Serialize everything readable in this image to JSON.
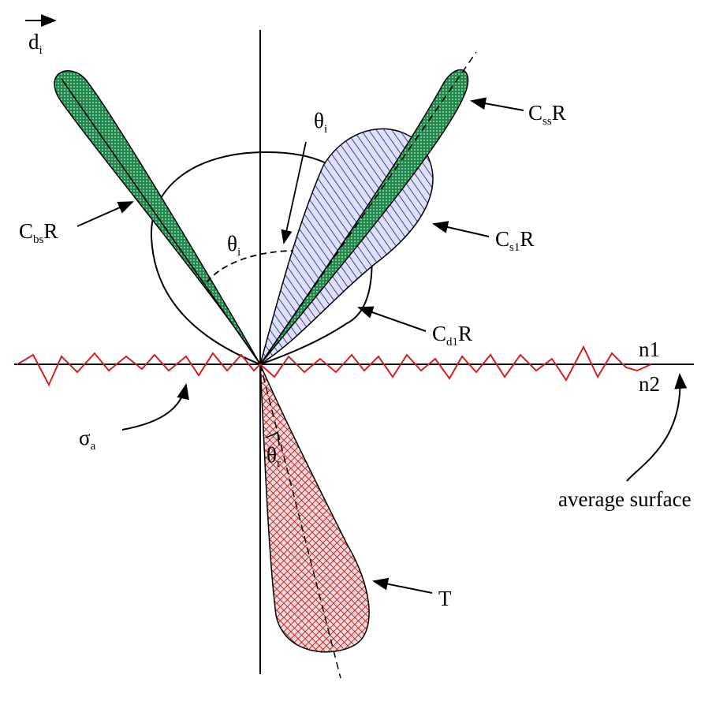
{
  "labels": {
    "d": "d",
    "d_sub": "i",
    "theta_i_top": "θ",
    "theta_i_top_sub": "i",
    "theta_i_left": "θ",
    "theta_i_left_sub": "i",
    "theta_r": "θ",
    "theta_r_sub": "r",
    "css_C": "C",
    "css_sub": "ss",
    "css_R": "R",
    "cs1_C": "C",
    "cs1_sub": "s1",
    "cs1_R": "R",
    "cbs_C": "C",
    "cbs_sub": "bs",
    "cbs_R": "R",
    "cd1_C": "C",
    "cd1_sub": "d1",
    "cd1_R": "R",
    "n1": "n1",
    "n2": "n2",
    "sigma": "σ",
    "sigma_sub": "a",
    "average_surface": "average surface",
    "T": "T"
  },
  "colors": {
    "line": "#000000",
    "rough_surface": "#d42020",
    "specular_lobe_fill": "#1f8a4c",
    "specular_lobe_hatch": "#cfe9d8",
    "s1_lobe_fill": "#dfe1f6",
    "s1_lobe_hatch": "#3a3fb8",
    "transmission_fill": "#f3d9d9",
    "transmission_hatch": "#b02020"
  }
}
